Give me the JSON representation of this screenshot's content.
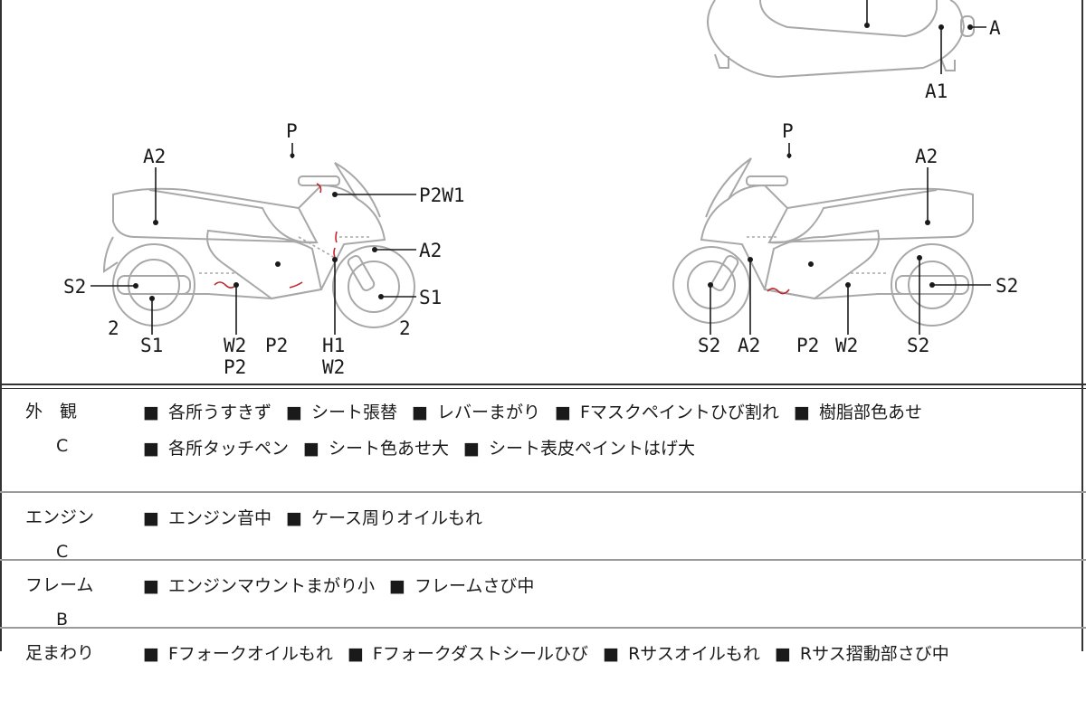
{
  "diagram": {
    "top_view": {
      "labels": [
        "A",
        "A1"
      ]
    },
    "left_view": {
      "labels": [
        "P",
        "A2",
        "P2W1",
        "A2",
        "S2",
        "S1",
        "2",
        "S1",
        "W2",
        "P2",
        "P2",
        "H1",
        "W2",
        "2"
      ]
    },
    "right_view": {
      "labels": [
        "P",
        "A2",
        "S2",
        "S2",
        "A2",
        "P2",
        "W2",
        "S2"
      ]
    }
  },
  "colors": {
    "damage": "#c0282d",
    "outline": "#a8a8a8"
  },
  "sections": [
    {
      "category": "外　観",
      "grade": "C",
      "items": [
        "各所うすきず",
        "シート張替",
        "レバーまがり",
        "Fマスクペイントひび割れ",
        "樹脂部色あせ",
        "各所タッチペン",
        "シート色あせ大",
        "シート表皮ペイントはげ大"
      ]
    },
    {
      "category": "エンジン",
      "grade": "C",
      "items": [
        "エンジン音中",
        "ケース周りオイルもれ"
      ]
    },
    {
      "category": "フレーム",
      "grade": "B",
      "items": [
        "エンジンマウントまがり小",
        "フレームさび中"
      ]
    },
    {
      "category": "足まわり",
      "grade": "",
      "items": [
        "Fフォークオイルもれ",
        "Fフォークダストシールひび",
        "Rサスオイルもれ",
        "Rサス摺動部さび中"
      ]
    }
  ]
}
